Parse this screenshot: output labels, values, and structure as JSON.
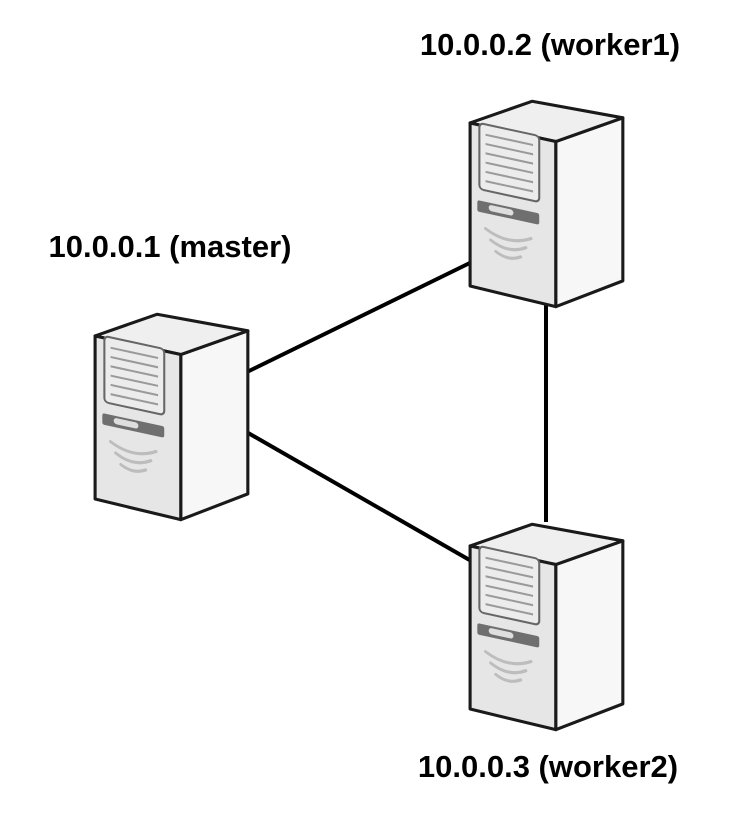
{
  "diagram": {
    "type": "network-topology",
    "background": "#ffffff",
    "nodes": [
      {
        "id": "worker1",
        "ip": "10.0.0.2",
        "role": "worker1",
        "label": "10.0.0.2 (worker1)",
        "icon": "server-tower-icon",
        "position": "top-right"
      },
      {
        "id": "master",
        "ip": "10.0.0.1",
        "role": "master",
        "label": "10.0.0.1 (master)",
        "icon": "server-tower-icon",
        "position": "middle-left"
      },
      {
        "id": "worker2",
        "ip": "10.0.0.3",
        "role": "worker2",
        "label": "10.0.0.3 (worker2)",
        "icon": "server-tower-icon",
        "position": "bottom-right"
      }
    ],
    "edges": [
      {
        "from": "master",
        "to": "worker1"
      },
      {
        "from": "master",
        "to": "worker2"
      },
      {
        "from": "worker1",
        "to": "worker2"
      }
    ],
    "colors": {
      "line": "#000000",
      "label_text": "#000000",
      "server_front": "#e6e6e6",
      "server_side": "#f7f7f7",
      "server_top": "#efefef",
      "server_outline": "#1a1a1a"
    }
  }
}
